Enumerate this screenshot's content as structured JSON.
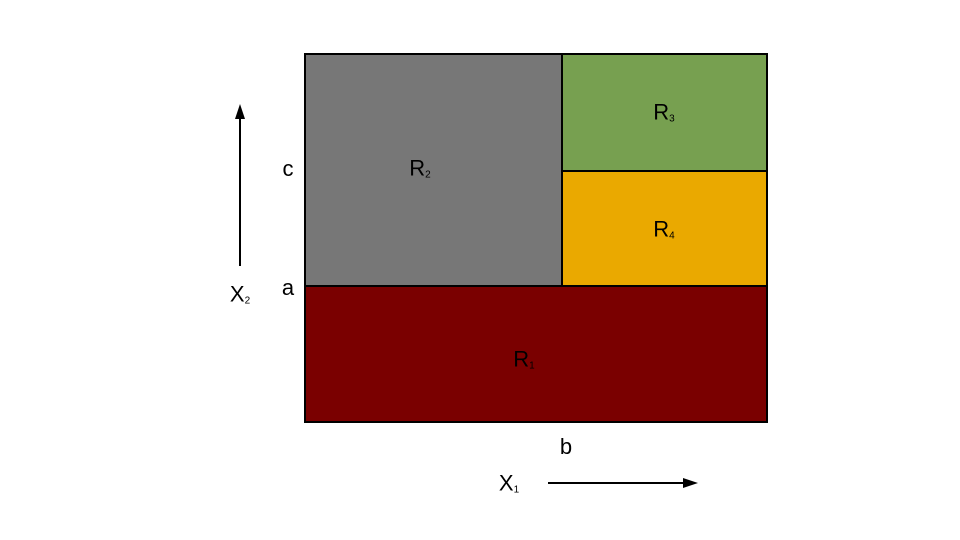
{
  "regions": {
    "r1": {
      "letter": "R",
      "index": "1",
      "color": "#7a0000"
    },
    "r2": {
      "letter": "R",
      "index": "2",
      "color": "#777777"
    },
    "r3": {
      "letter": "R",
      "index": "3",
      "color": "#77a050"
    },
    "r4": {
      "letter": "R",
      "index": "4",
      "color": "#eaa900"
    }
  },
  "thresholds": {
    "a": "a",
    "b": "b",
    "c": "c"
  },
  "axes": {
    "x1": {
      "letter": "X",
      "index": "1"
    },
    "x2": {
      "letter": "X",
      "index": "2"
    }
  }
}
